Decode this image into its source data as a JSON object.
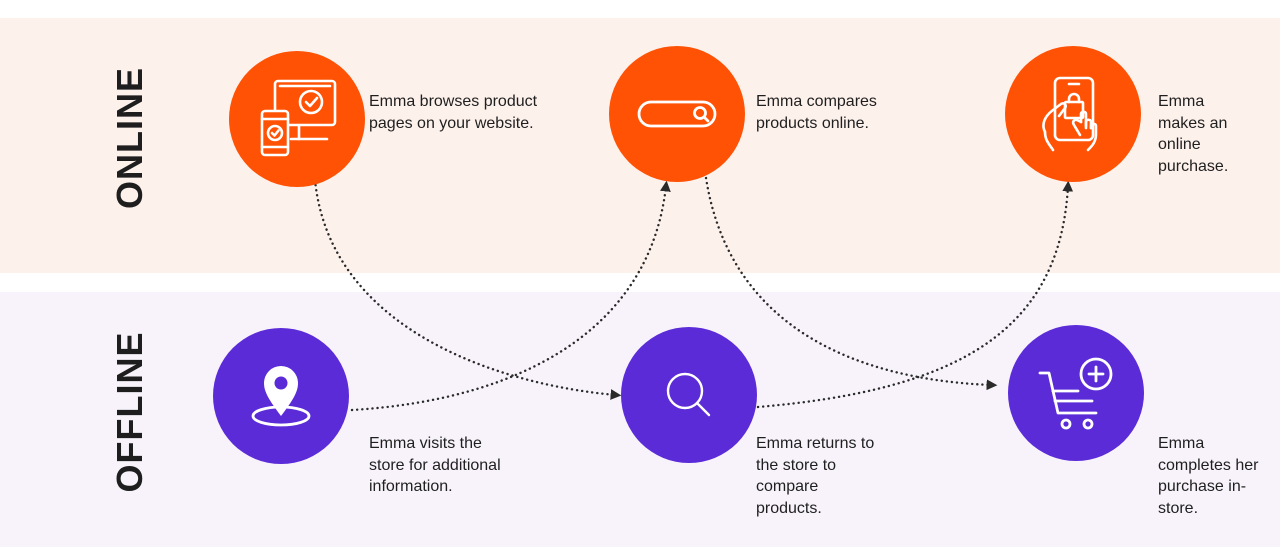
{
  "rows": {
    "online": "ONLINE",
    "offline": "OFFLINE"
  },
  "steps": {
    "browse": {
      "icon": "desktop-mobile-check-icon",
      "text": "Emma browses product pages on your website."
    },
    "compare_online": {
      "icon": "search-bar-icon",
      "text": "Emma compares products online."
    },
    "purchase_online": {
      "icon": "phone-shopping-bag-icon",
      "text": "Emma makes an online purchase."
    },
    "visit_store": {
      "icon": "location-pin-icon",
      "text": "Emma visits the store for additional information."
    },
    "return_store": {
      "icon": "magnifier-icon",
      "text": "Emma returns to the store to compare products."
    },
    "purchase_store": {
      "icon": "cart-add-icon",
      "text": "Emma completes her purchase in-store."
    }
  },
  "colors": {
    "online_accent": "#ff5205",
    "offline_accent": "#5b2bd8",
    "online_band": "#fdf1ec",
    "offline_band": "#f8f3fb",
    "connector": "#2a2a2a"
  }
}
